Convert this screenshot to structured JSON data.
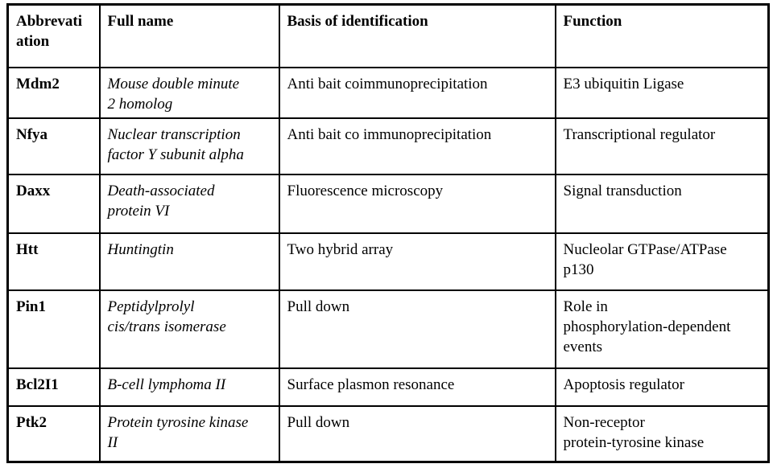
{
  "table": {
    "columns": [
      {
        "key": "abbr",
        "label": "Abbrevati\nation"
      },
      {
        "key": "full_name",
        "label": "Full name"
      },
      {
        "key": "basis",
        "label": "Basis of identification"
      },
      {
        "key": "function",
        "label": "Function"
      }
    ],
    "rows": [
      {
        "abbr": "Mdm2",
        "full_name": "Mouse double minute\n2 homolog",
        "basis": "Anti bait coimmunoprecipitation",
        "function": "E3 ubiquitin Ligase"
      },
      {
        "abbr": "Nfya",
        "full_name": "Nuclear transcription\nfactor Y subunit alpha",
        "basis": "Anti bait co immunoprecipitation",
        "function": "Transcriptional regulator"
      },
      {
        "abbr": "Daxx",
        "full_name": "Death-associated\nprotein VI",
        "basis": "Fluorescence microscopy",
        "function": "Signal transduction"
      },
      {
        "abbr": "Htt",
        "full_name": "Huntingtin",
        "basis": "Two hybrid array",
        "function": "Nucleolar GTPase/ATPase\np130"
      },
      {
        "abbr": "Pin1",
        "full_name": "Peptidylprolyl\ncis/trans isomerase",
        "basis": "Pull down",
        "function": "Role in\nphosphorylation-dependent\nevents"
      },
      {
        "abbr": "Bcl2I1",
        "full_name": "B-cell lymphoma II",
        "basis": "Surface plasmon resonance",
        "function": "Apoptosis regulator"
      },
      {
        "abbr": "Ptk2",
        "full_name": "Protein tyrosine kinase\nII",
        "basis": "Pull down",
        "function": "Non-receptor\nprotein-tyrosine kinase"
      }
    ],
    "colors": {
      "border": "#000000",
      "text": "#000000",
      "background": "#ffffff"
    }
  }
}
